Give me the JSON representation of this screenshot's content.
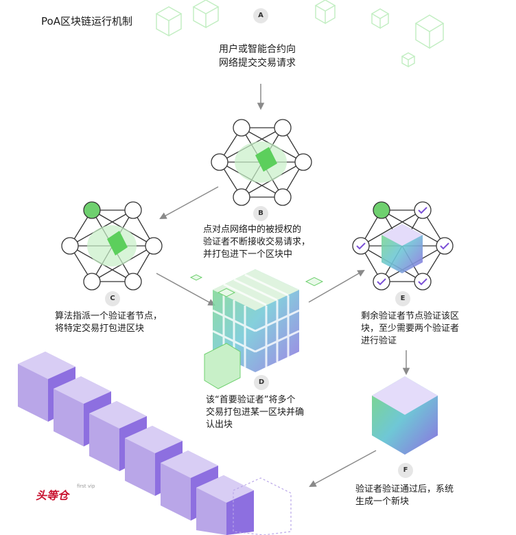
{
  "title": "PoA区块链运行机制",
  "steps": {
    "A": {
      "badge": "A",
      "line1": "用户或智能合约向",
      "line2": "网络提交交易请求"
    },
    "B": {
      "badge": "B",
      "line1": "点对点网络中的被授权的",
      "line2": "验证者不断接收交易请求，",
      "line3": "并打包进下一个区块中"
    },
    "C": {
      "badge": "C",
      "line1": "算法指派一个验证者节点，",
      "line2": "将特定交易打包进区块"
    },
    "D": {
      "badge": "D",
      "line1": "该“首要验证者”将多个",
      "line2": "交易打包进某一区块并确",
      "line3": "认出块"
    },
    "E": {
      "badge": "E",
      "line1": "剩余验证者节点验证该区",
      "line2": "块，至少需要两个验证者",
      "line3": "进行验证"
    },
    "F": {
      "badge": "F",
      "line1": "验证者验证通过后，系统",
      "line2": "生成一个新块"
    }
  },
  "logo": {
    "text": "头等仓",
    "sub": "first vip"
  },
  "colors": {
    "green": "#6fd06f",
    "purple": "#b9a6e8",
    "purple_dark": "#8d6fe0",
    "arrow": "#8a8a8a"
  }
}
